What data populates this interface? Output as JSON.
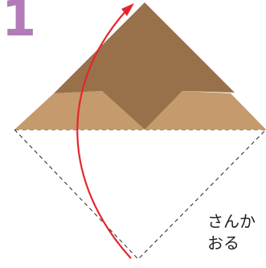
{
  "step": {
    "number": "1"
  },
  "instruction": {
    "line1": "さんか",
    "line2": "おる"
  },
  "colors": {
    "step_number": "#b27bb8",
    "paper_front": "#98714b",
    "paper_back": "#c59a6c",
    "arrow": "#e5252c",
    "fold_line": "#222222"
  },
  "icons": {
    "fold_arrow": "curved-arrow-icon"
  }
}
